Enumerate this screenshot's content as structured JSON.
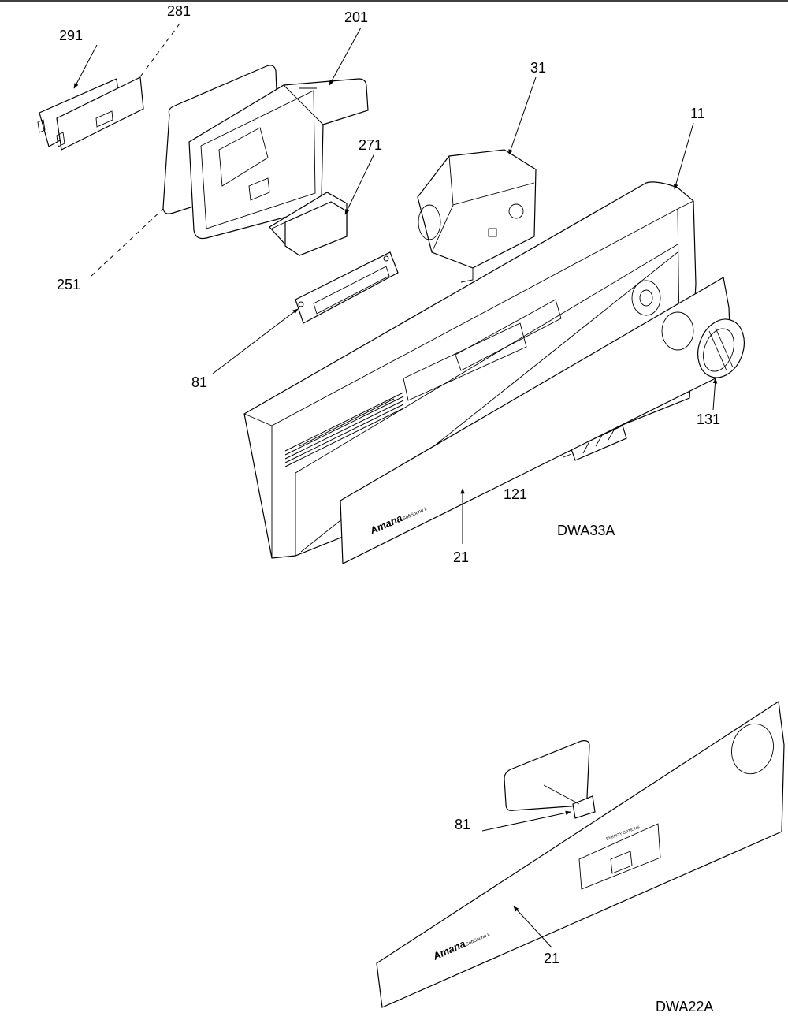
{
  "figure": {
    "top": {
      "model_code": "DWA33A",
      "callouts": {
        "c291": "291",
        "c281": "281",
        "c201": "201",
        "c31": "31",
        "c11": "11",
        "c271": "271",
        "c251": "251",
        "c81": "81",
        "c131": "131",
        "c121": "121",
        "c21": "21"
      },
      "panel_brand": "Amana",
      "panel_brand_sub": "SoftSound II"
    },
    "bottom": {
      "model_code": "DWA22A",
      "callouts": {
        "c81": "81",
        "c21": "21"
      },
      "panel_brand": "Amana",
      "panel_brand_sub": "SoftSound II"
    }
  }
}
